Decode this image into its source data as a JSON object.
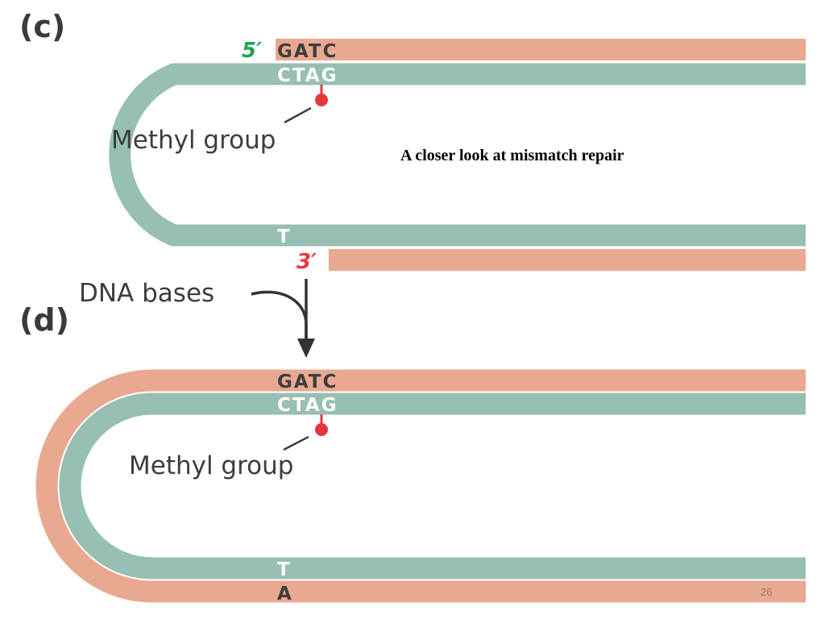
{
  "panels": {
    "c": {
      "label": "(c)",
      "five_prime": "5′",
      "top_strand_seq": "GATC",
      "bottom_strand_seq": "CTAG",
      "loop_end_base": "T",
      "three_prime": "3′",
      "methyl_caption": "Methyl group"
    },
    "d": {
      "label": "(d)",
      "top_strand_seq": "GATC",
      "bottom_strand_seq": "CTAG",
      "loop_end_base": "T",
      "new_base": "A",
      "methyl_caption": "Methyl group"
    }
  },
  "arrow_caption": "DNA bases",
  "slide_title": "A closer look at mismatch repair",
  "page_number": "26",
  "colors": {
    "template_strand": "#97bfb3",
    "new_strand": "#e9a990",
    "methyl": "#e8343d",
    "five_prime": "#1fa24f",
    "three_prime": "#e53a3e",
    "arrow": "#333333"
  }
}
